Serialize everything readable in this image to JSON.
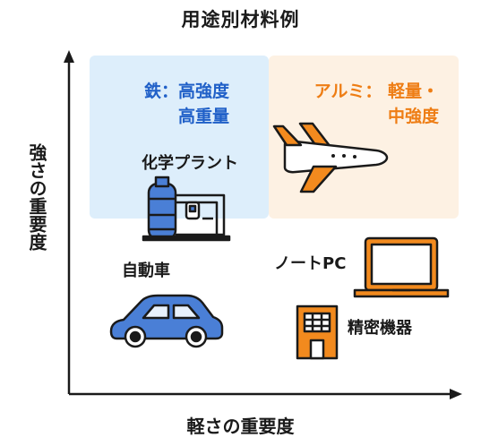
{
  "title": "用途別材料例",
  "axes": {
    "y_label": "強さの重要度",
    "x_label": "軽さの重要度"
  },
  "quadrants": {
    "iron": {
      "line1": "鉄：高強度",
      "line2": "高重量",
      "color": "#2060c8",
      "bg": "#ddeefb"
    },
    "aluminum": {
      "line1": "アルミ： 軽量・",
      "line2": "中強度",
      "color": "#ee7d14",
      "bg": "#fdf1e3"
    }
  },
  "items": {
    "chemical_plant": "化学プラント",
    "car": "自動車",
    "laptop": "ノートPC",
    "precision_equipment": "精密機器"
  },
  "icon_colors": {
    "blue": "#4a7fd6",
    "orange": "#f28a1e"
  }
}
